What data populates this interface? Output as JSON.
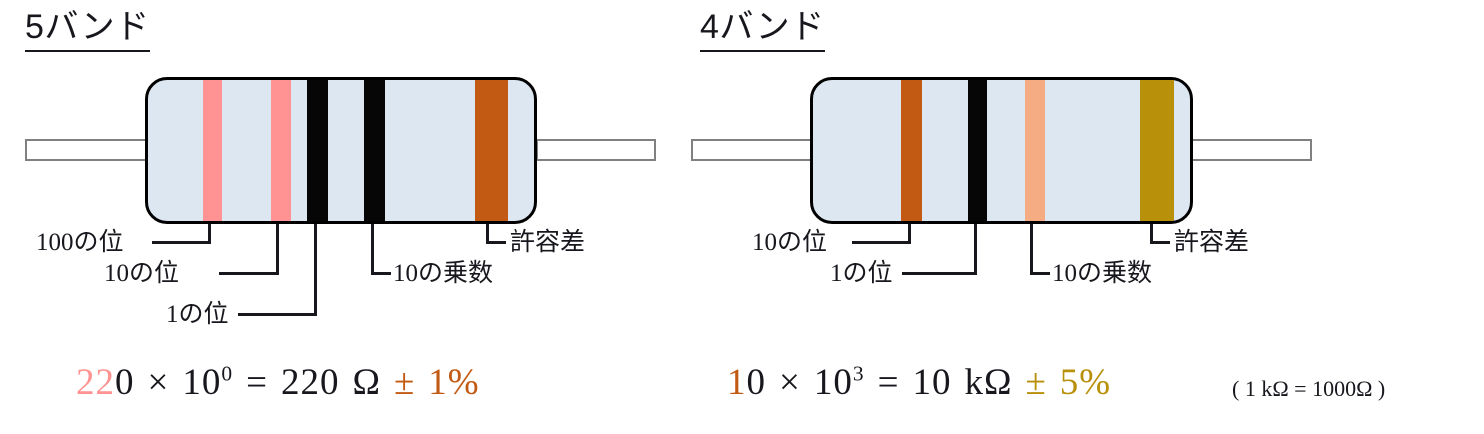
{
  "figure": {
    "title_left": "5バンド",
    "title_right": "4バンド"
  },
  "colors": {
    "body_fill": "#dde7f2",
    "body_stroke": "#000000",
    "lead_stroke": "#808080",
    "pink": "#ff9393",
    "black": "#060606",
    "orange": "#c25a14",
    "peach": "#f5ac82",
    "gold": "#b8900a",
    "text": "#17171d"
  },
  "left": {
    "heading": "5バンド",
    "bands": [
      {
        "name": "hundreds-digit-band",
        "color_name": "pink",
        "color": "#ff9393",
        "digit": "2"
      },
      {
        "name": "tens-digit-band",
        "color_name": "pink",
        "color": "#ff9393",
        "digit": "2"
      },
      {
        "name": "ones-digit-band",
        "color_name": "black",
        "color": "#060606",
        "digit": "0"
      },
      {
        "name": "multiplier-band",
        "color_name": "black",
        "color": "#060606",
        "digit": "0"
      },
      {
        "name": "tolerance-band",
        "color_name": "orange",
        "color": "#c25a14",
        "digit": "1%"
      }
    ],
    "captions": [
      {
        "name": "caption-hundreds",
        "text": "100の位"
      },
      {
        "name": "caption-tens",
        "text": "10の位"
      },
      {
        "name": "caption-ones",
        "text": "1の位"
      },
      {
        "name": "caption-multiplier",
        "text": "10の乗数"
      },
      {
        "name": "caption-tolerance",
        "text": "許容差"
      }
    ],
    "formula": {
      "digits": "22",
      "digits_tail": "0",
      "times": "×",
      "base": "10",
      "exponent": "0",
      "equals": "=",
      "value": "220",
      "unit": "Ω",
      "plusminus": "±",
      "tolerance": "1%"
    }
  },
  "right": {
    "heading": "4バンド",
    "bands": [
      {
        "name": "tens-digit-band",
        "color_name": "orange",
        "color": "#c25a14",
        "digit": "1"
      },
      {
        "name": "ones-digit-band",
        "color_name": "black",
        "color": "#060606",
        "digit": "0"
      },
      {
        "name": "multiplier-band",
        "color_name": "peach",
        "color": "#f5ac82",
        "digit": "3"
      },
      {
        "name": "tolerance-band",
        "color_name": "gold",
        "color": "#b8900a",
        "digit": "5%"
      }
    ],
    "captions": [
      {
        "name": "caption-tens",
        "text": "10の位"
      },
      {
        "name": "caption-ones",
        "text": "1の位"
      },
      {
        "name": "caption-multiplier",
        "text": "10の乗数"
      },
      {
        "name": "caption-tolerance",
        "text": "許容差"
      }
    ],
    "formula": {
      "digits": "1",
      "digits_tail": "0",
      "times": "×",
      "base": "10",
      "exponent": "3",
      "equals": "=",
      "value": "10",
      "unit": "kΩ",
      "plusminus": "±",
      "tolerance": "5%"
    },
    "note": "( 1 kΩ = 1000Ω )"
  }
}
